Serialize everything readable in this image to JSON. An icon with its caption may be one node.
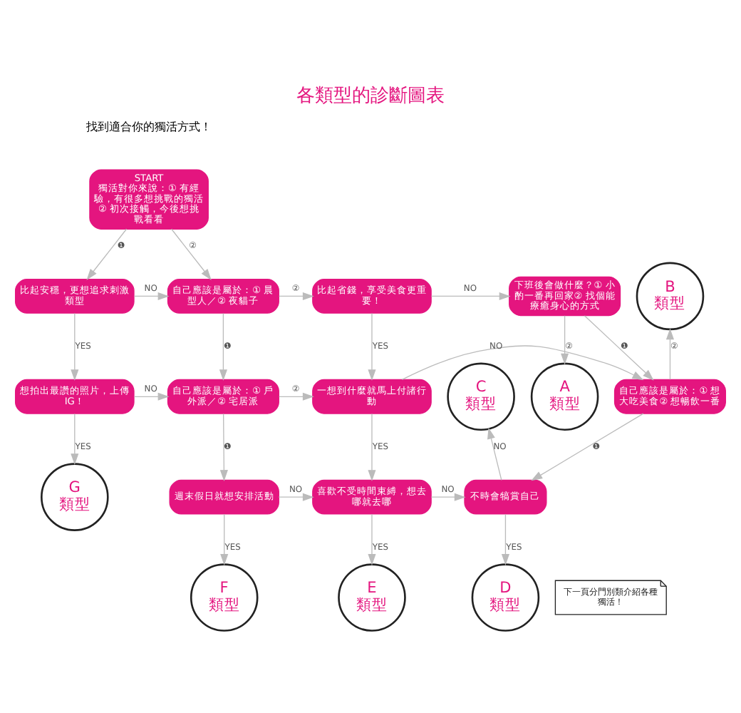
{
  "diagram": {
    "title": "各類型的診斷圖表",
    "nodes": [
      {
        "text": [
          "START",
          "獨活對你來說：① 有經驗，有很多想挑戰的獨活② 初次接觸，今後想挑戰看看"
        ]
      },
      {
        "text": [
          "比起安穩，更想追求刺激類型"
        ]
      },
      {
        "text": [
          "想拍出最讚的照片，上傳 IG！"
        ]
      },
      {
        "text": [
          "G",
          "類型"
        ]
      },
      {
        "text": [
          "自己應該是屬於：① 晨型人／② 夜貓子"
        ]
      },
      {
        "text": [
          "自己應該是屬於：① 戶外派／② 宅居派"
        ]
      },
      {
        "text": [
          "週末假日就想安排活動"
        ]
      },
      {
        "text": [
          "F",
          "類型"
        ]
      },
      {
        "text": [
          "比起省錢，享受美食更重要！"
        ]
      },
      {
        "text": [
          "一想到什麼就馬上付諸行動"
        ]
      },
      {
        "text": [
          "喜歡不受時間束縛，想去哪就去哪"
        ]
      },
      {
        "text": [
          "E",
          "類型"
        ]
      },
      {
        "text": [
          "下班後會做什麼？① 小酌一番再回家② 找個能療癒身心的方式"
        ]
      },
      {
        "text": [
          "自己應該是屬於：① 想大吃美食② 想暢飲一番"
        ]
      },
      {
        "text": [
          "不時會犒賞自己"
        ]
      },
      {
        "text": [
          "A",
          "類型"
        ]
      },
      {
        "text": [
          "B",
          "類型"
        ]
      },
      {
        "text": [
          "C",
          "類型"
        ]
      },
      {
        "text": [
          "D",
          "類型"
        ]
      },
      {
        "text": [
          "下一頁分門別類介紹各種獨活！"
        ]
      }
    ],
    "edges": [
      {
        "from": 0,
        "to": 4,
        "label": "②",
        "arrow": "to"
      },
      {
        "from": 0,
        "to": 1,
        "label": "❶",
        "arrow": "to"
      },
      {
        "from": 1,
        "to": 4,
        "label": "NO",
        "arrow": "to"
      },
      {
        "from": 1,
        "to": 2,
        "label": "YES",
        "arrow": "to"
      },
      {
        "from": 2,
        "to": 5,
        "label": "NO",
        "arrow": "to"
      },
      {
        "from": 2,
        "to": 3,
        "label": "YES",
        "arrow": "to"
      },
      {
        "from": 4,
        "to": 8,
        "label": "②",
        "arrow": "to"
      },
      {
        "from": 4,
        "to": 5,
        "label": "❶",
        "arrow": "to"
      },
      {
        "from": 5,
        "to": 9,
        "label": "②",
        "arrow": "to"
      },
      {
        "from": 5,
        "to": 6,
        "label": "❶",
        "arrow": "to"
      },
      {
        "from": 6,
        "to": 10,
        "label": "NO",
        "arrow": "to"
      },
      {
        "from": 6,
        "to": 7,
        "label": "YES",
        "arrow": "to"
      },
      {
        "from": 8,
        "to": 12,
        "label": "NO",
        "arrow": "to"
      },
      {
        "from": 8,
        "to": 9,
        "label": "YES",
        "arrow": "to"
      },
      {
        "from": 9,
        "to": 13,
        "label": "NO",
        "arrow": "to"
      },
      {
        "from": 9,
        "to": 10,
        "label": "YES",
        "arrow": "to"
      },
      {
        "from": 10,
        "to": 14,
        "label": "NO",
        "arrow": "to"
      },
      {
        "from": 10,
        "to": 11,
        "label": "YES",
        "arrow": "to"
      },
      {
        "from": 12,
        "to": 15,
        "label": "②",
        "arrow": "to"
      },
      {
        "from": 12,
        "to": 13,
        "label": "❶",
        "arrow": "to"
      },
      {
        "from": 13,
        "to": 16,
        "label": "②",
        "arrow": "to"
      },
      {
        "from": 13,
        "to": 14,
        "label": "❶",
        "arrow": "to"
      },
      {
        "from": 14,
        "to": 17,
        "label": "NO",
        "arrow": "to"
      },
      {
        "from": 14,
        "to": 18,
        "label": "YES",
        "arrow": "to"
      }
    ],
    "labels": [
      "找到適合你的獨活方式！"
    ]
  }
}
